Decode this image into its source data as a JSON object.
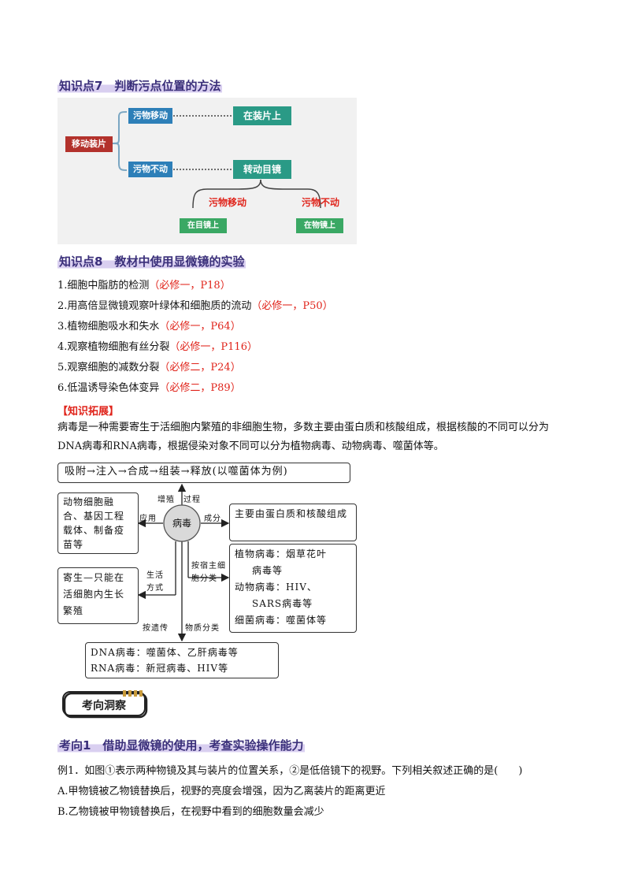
{
  "kp7": {
    "heading": "知识点7　判断污点位置的方法",
    "root": "移动装片",
    "branch1": "污物移动",
    "result1": "在装片上",
    "branch2": "污物不动",
    "result2": "转动目镜",
    "sub_left_label": "污物移动",
    "sub_right_label": "污物不动",
    "sub_left_result": "在目镜上",
    "sub_right_result": "在物镜上"
  },
  "kp8": {
    "heading": "知识点8　教材中使用显微镜的实验",
    "items": [
      {
        "text": "1.细胞中脂肪的检测",
        "ref": "（必修一，P18）"
      },
      {
        "text": "2.用高倍显微镜观察叶绿体和细胞质的流动",
        "ref": "（必修一，P50）"
      },
      {
        "text": "3.植物细胞吸水和失水",
        "ref": "（必修一，P64）"
      },
      {
        "text": "4.观察植物细胞有丝分裂",
        "ref": "（必修一，P116）"
      },
      {
        "text": "5.观察细胞的减数分裂",
        "ref": "（必修二，P24）"
      },
      {
        "text": "6.低温诱导染色体变异",
        "ref": "（必修二，P89）"
      }
    ]
  },
  "extension": {
    "label": "【知识拓展】",
    "paragraph": "病毒是一种需要寄生于活细胞内繁殖的非细胞生物，多数主要由蛋白质和核酸组成，根据核酸的不同可以分为DNA病毒和RNA病毒，根据侵染对象不同可以分为植物病毒、动物病毒、噬菌体等。"
  },
  "virus_diagram": {
    "top_box": "吸附→注入→合成→组装→释放(以噬菌体为例)",
    "center": "病毒",
    "label_proliferation": "增殖　过程",
    "label_application": "应用",
    "label_composition": "成分",
    "label_lifestyle_1": "生活",
    "label_lifestyle_2": "方式",
    "label_host_1": "按宿主细",
    "label_host_2": "胞分类",
    "label_genetic": "按遗传",
    "label_material": "物质分类",
    "left_top_box": "动物细胞融合、基因工程载体、制备疫苗等",
    "right_top_box": "主要由蛋白质和核酸组成",
    "left_bottom_box": "寄生—只能在活细胞内生长繁殖",
    "right_bottom_lines": [
      "植物病毒：烟草花叶",
      "病毒等",
      "动物病毒：HIV、",
      "SARS病毒等",
      "细菌病毒：噬菌体等"
    ],
    "bottom_lines": [
      "DNA病毒：噬菌体、乙肝病毒等",
      "RNA病毒：新冠病毒、HIV等"
    ]
  },
  "section_badge": "考向洞察",
  "direction1": {
    "heading": "考向1　借助显微镜的使用，考查实验操作能力"
  },
  "example1": {
    "question": "例1．如图①表示两种物镜及其与装片的位置关系，②是低倍镜下的视野。下列相关叙述正确的是(　　)",
    "option_a": "A.甲物镜被乙物镜替换后，视野的亮度会增强，因为乙离装片的距离更近",
    "option_b": "B.乙物镜被甲物镜替换后，在视野中看到的细胞数量会减少"
  }
}
